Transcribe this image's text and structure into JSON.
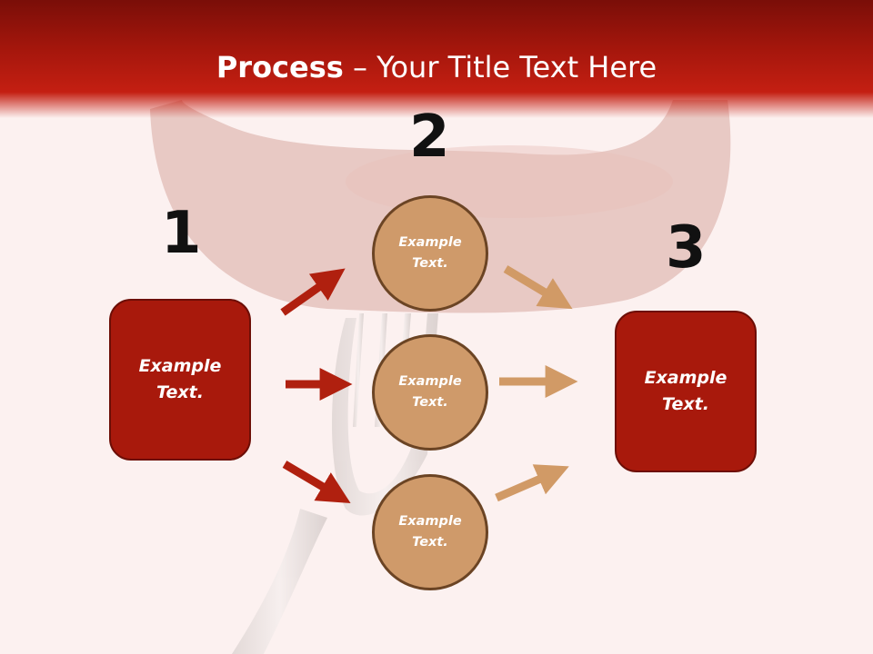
{
  "slide": {
    "title_bold": "Process",
    "title_rest": " – Your Title Text Here"
  },
  "steps": [
    {
      "number": "1"
    },
    {
      "number": "2"
    },
    {
      "number": "3"
    }
  ],
  "left_box": {
    "text": "Example\nText."
  },
  "right_box": {
    "text": "Example\nText."
  },
  "circles": [
    {
      "text": "Example\nText."
    },
    {
      "text": "Example\nText."
    },
    {
      "text": "Example\nText."
    }
  ],
  "colors": {
    "header": "#b51a0e",
    "box_fill": "#a8190c",
    "circle_fill": "#cf9a6a",
    "arrow_red": "#b0200f",
    "arrow_tan": "#d19a66",
    "background": "#fcf1f0"
  },
  "icons": [
    "sausage-image",
    "fork-image",
    "arrow-icon"
  ]
}
